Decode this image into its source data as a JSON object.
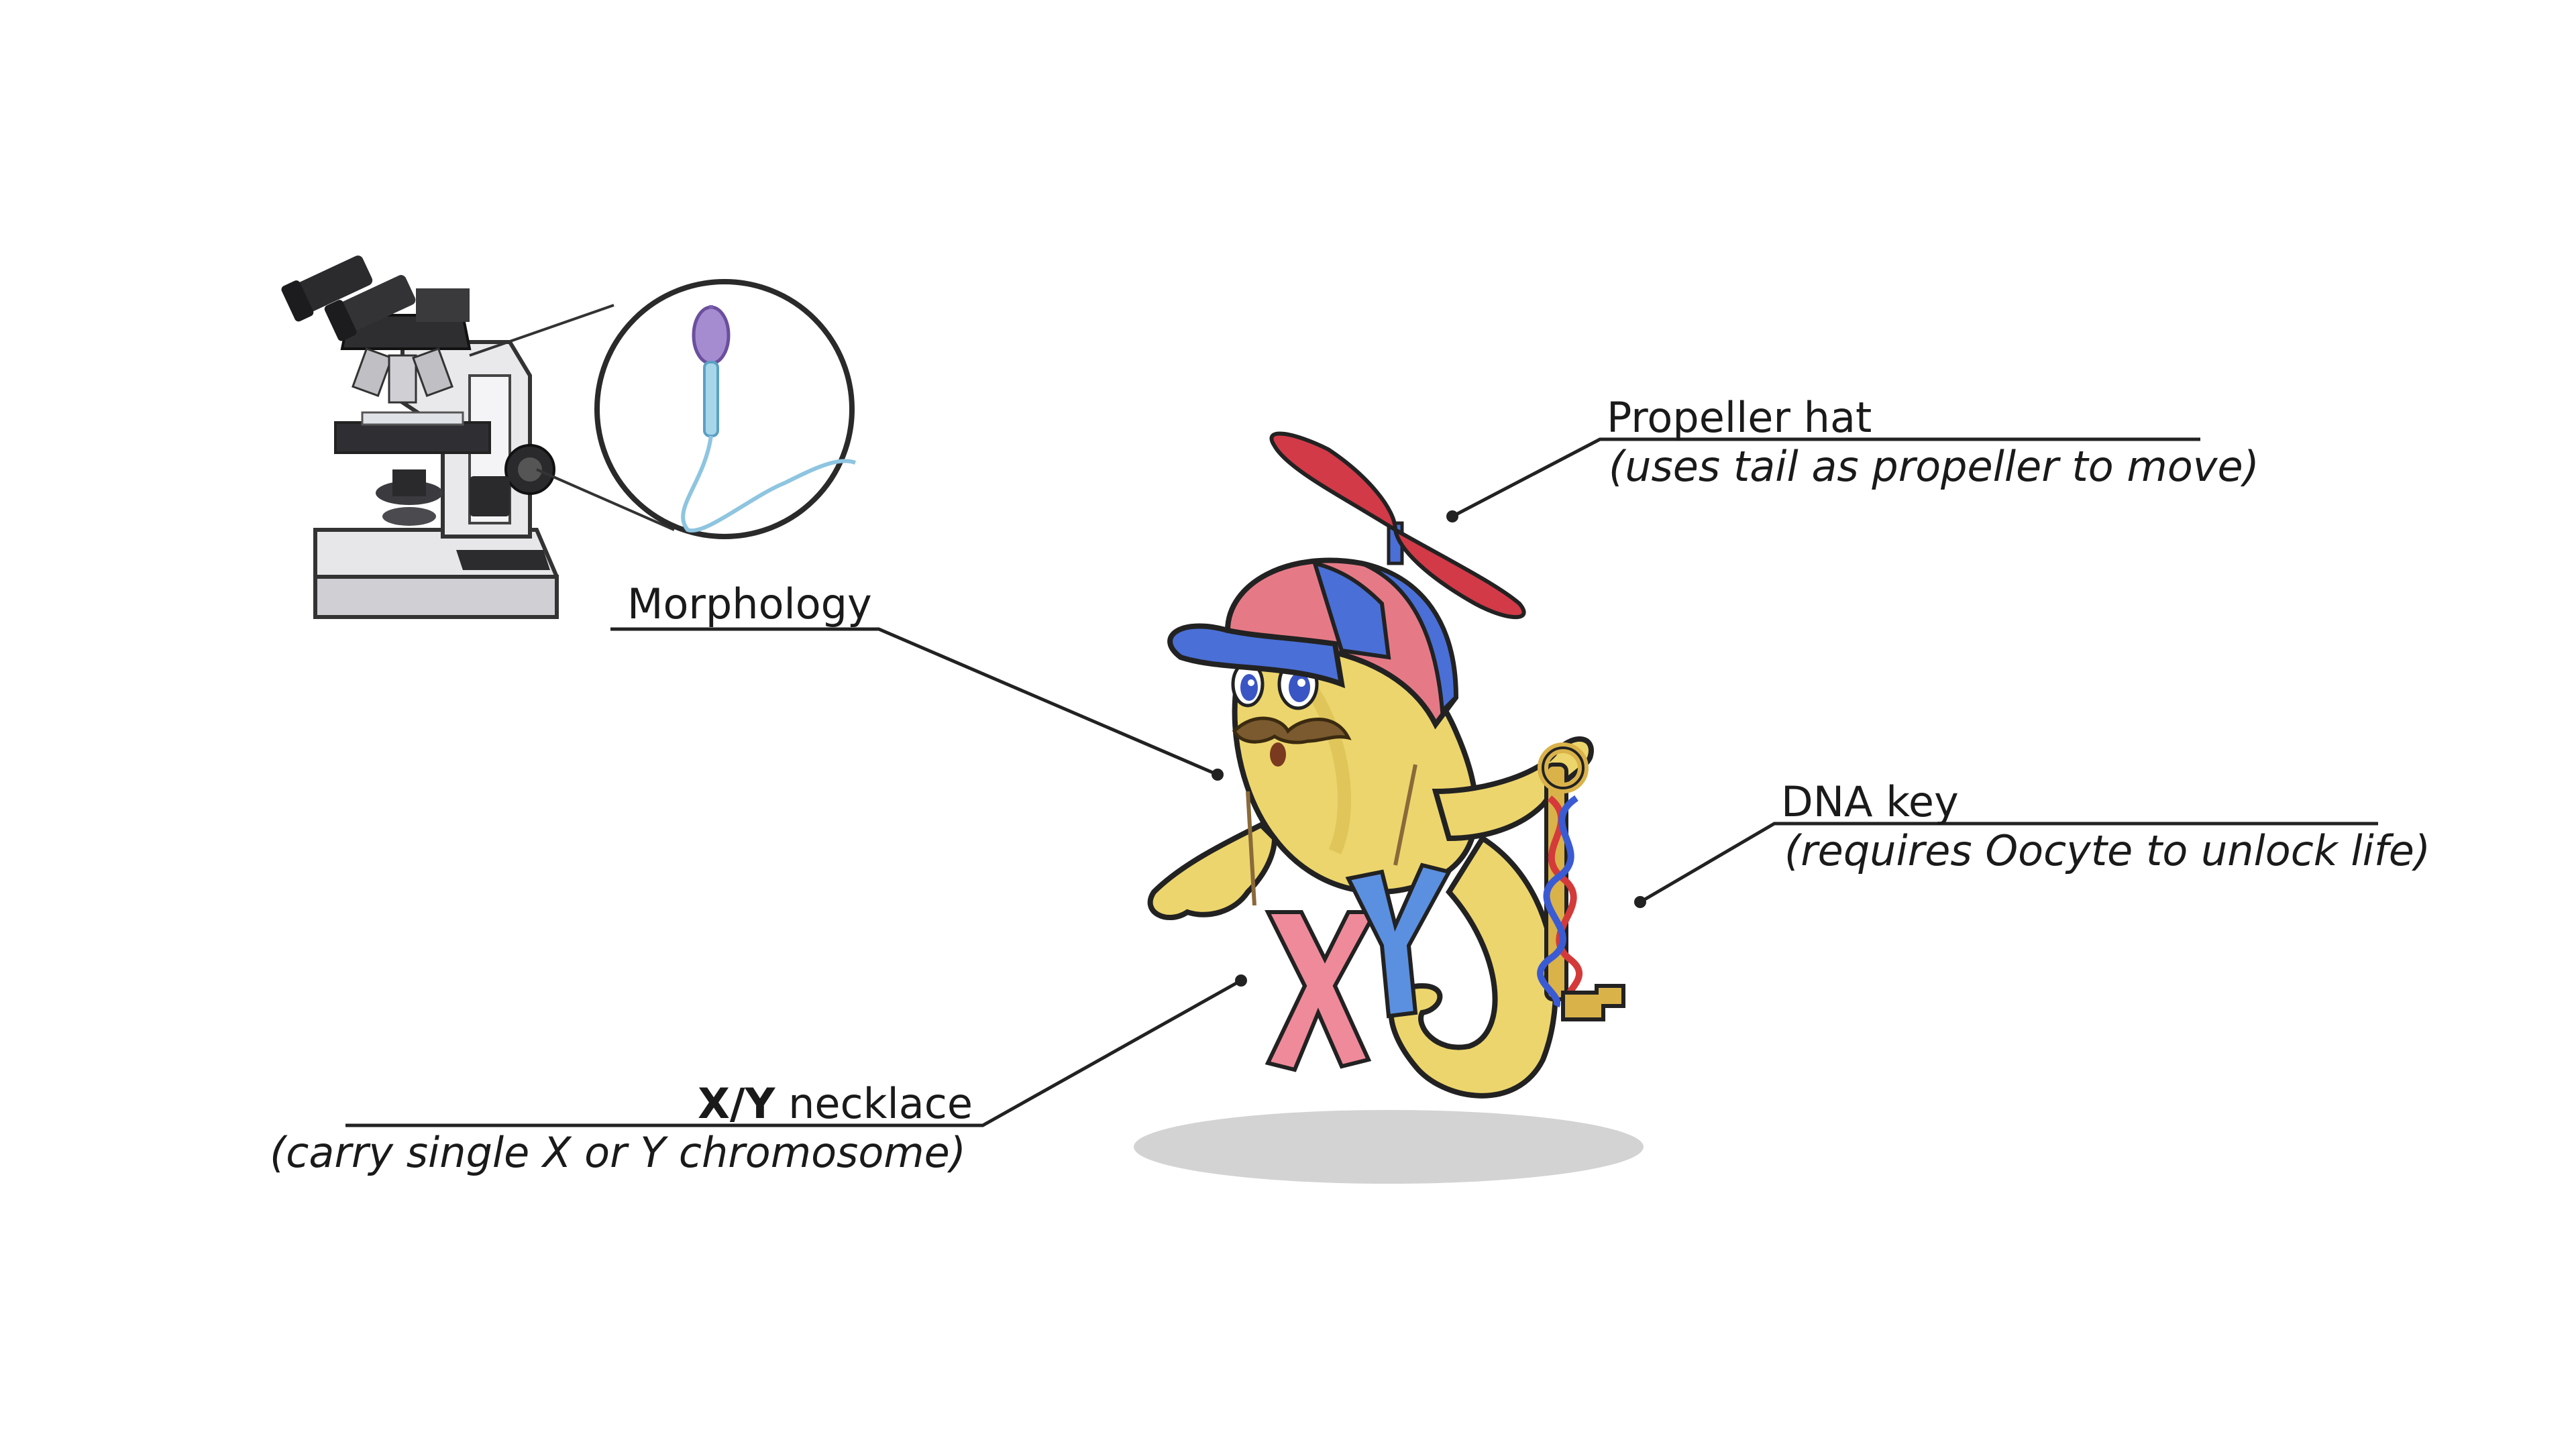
{
  "labels": {
    "propeller_title": "Propeller hat",
    "propeller_sub": "(uses tail as propeller to move)",
    "morphology": "Morphology",
    "dna_title": "DNA key",
    "dna_sub": "(requires Oocyte to unlock life)",
    "necklace_bold": "X/Y",
    "necklace_rest": " necklace",
    "necklace_sub": "(carry single X or Y chromosome)"
  },
  "necklace_letters": [
    "X",
    "Y"
  ],
  "colors": {
    "body": "#ecd56c",
    "outline": "#222222",
    "hat_red": "#e57a86",
    "hat_blue": "#4a6fd6",
    "propeller": "#d23a48",
    "x_letter": "#ef8a9a",
    "y_letter": "#5b8fe0",
    "dna_red": "#d43a3a",
    "dna_blue": "#3a5bd4",
    "key_gold": "#d9b24a",
    "sperm_head": "#a58bd0",
    "sperm_body": "#a7d6ea"
  },
  "icons": [
    "microscope-icon",
    "magnifier-circle",
    "sperm-cartoon"
  ]
}
